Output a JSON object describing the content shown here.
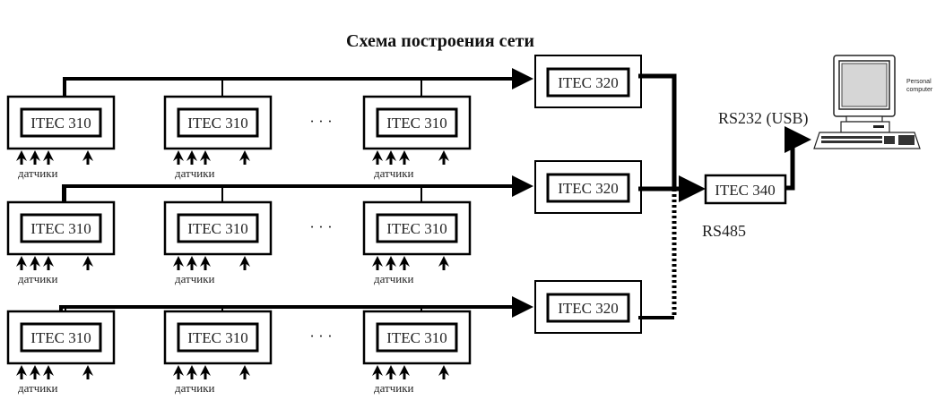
{
  "diagram": {
    "title": "Схема построения сети",
    "rows": [
      {
        "nodes": [
          {
            "label": "ITEC 310",
            "sensors_label": "датчики"
          },
          {
            "label": "ITEC 310",
            "sensors_label": "датчики"
          },
          {
            "label": "ITEC 310",
            "sensors_label": "датчики"
          }
        ],
        "ellipsis": "· · ·",
        "concentrator": {
          "label": "ITEC 320"
        },
        "link_style": "solid"
      },
      {
        "nodes": [
          {
            "label": "ITEC 310",
            "sensors_label": "датчики"
          },
          {
            "label": "ITEC 310",
            "sensors_label": "датчики"
          },
          {
            "label": "ITEC 310",
            "sensors_label": "датчики"
          }
        ],
        "ellipsis": "· · ·",
        "concentrator": {
          "label": "ITEC 320"
        },
        "link_style": "solid"
      },
      {
        "nodes": [
          {
            "label": "ITEC 310",
            "sensors_label": "датчики"
          },
          {
            "label": "ITEC 310",
            "sensors_label": "датчики"
          },
          {
            "label": "ITEC 310",
            "sensors_label": "датчики"
          }
        ],
        "ellipsis": "· · ·",
        "concentrator": {
          "label": "ITEC 320"
        },
        "link_style": "dotted"
      }
    ],
    "converter": {
      "label": "ITEC 340"
    },
    "bus_label": "RS485",
    "pc_link_label": "RS232 (USB)",
    "pc": {
      "label_line1": "Personal",
      "label_line2": "computer",
      "icon": "personal-computer-icon"
    },
    "sensor_icon": "arrow-up-icon",
    "sensors_per_node": 4
  }
}
